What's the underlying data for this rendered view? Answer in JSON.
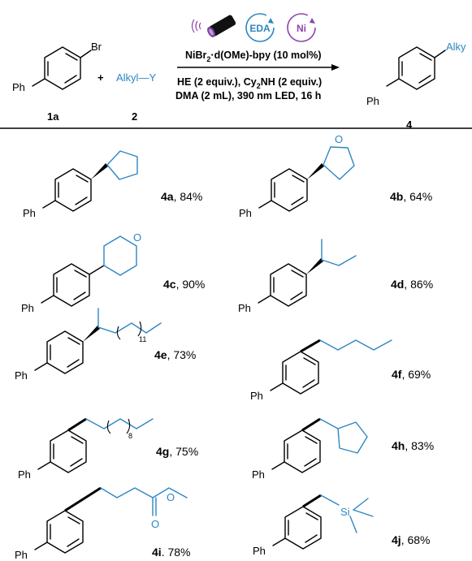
{
  "reaction": {
    "reactant1": {
      "substituent": "Br",
      "group": "Ph",
      "label": "1a"
    },
    "plus": "+",
    "reactant2": {
      "formula": "Alkyl—Y",
      "label": "2"
    },
    "badges": {
      "eda": "EDA",
      "ni": "Ni"
    },
    "conditions": {
      "catalyst_a": "NiBr",
      "catalyst_sub": "2",
      "catalyst_b": "·d(OMe)-bpy (10 mol%)",
      "line2_a": "HE (2 equiv.), Cy",
      "line2_sub": "2",
      "line2_b": "NH (2 equiv.)",
      "line3": "DMA (2 mL), 390 nm LED, 16 h"
    },
    "product": {
      "substituent": "Alky",
      "group": "Ph",
      "label": "4"
    }
  },
  "products": [
    {
      "id": "4a",
      "yield": ", 84%"
    },
    {
      "id": "4b",
      "yield": ", 64%"
    },
    {
      "id": "4c",
      "yield": ", 90%"
    },
    {
      "id": "4d",
      "yield": ", 86%"
    },
    {
      "id": "4e",
      "yield": ", 73%"
    },
    {
      "id": "4f",
      "yield": ", 69%"
    },
    {
      "id": "4g",
      "yield": ", 75%"
    },
    {
      "id": "4h",
      "yield": ", 83%"
    },
    {
      "id": "4i",
      "yield": ". 78%"
    },
    {
      "id": "4j",
      "yield": ", 68%"
    }
  ],
  "structure_labels": {
    "ph": "Ph",
    "oxygen": "O",
    "silicon": "Si",
    "repeat_4e": "11",
    "repeat_4g": "8"
  },
  "colors": {
    "alkyl": "#2e86c1",
    "badge": "#2e86c1",
    "ni_badge": "#8e44ad"
  }
}
